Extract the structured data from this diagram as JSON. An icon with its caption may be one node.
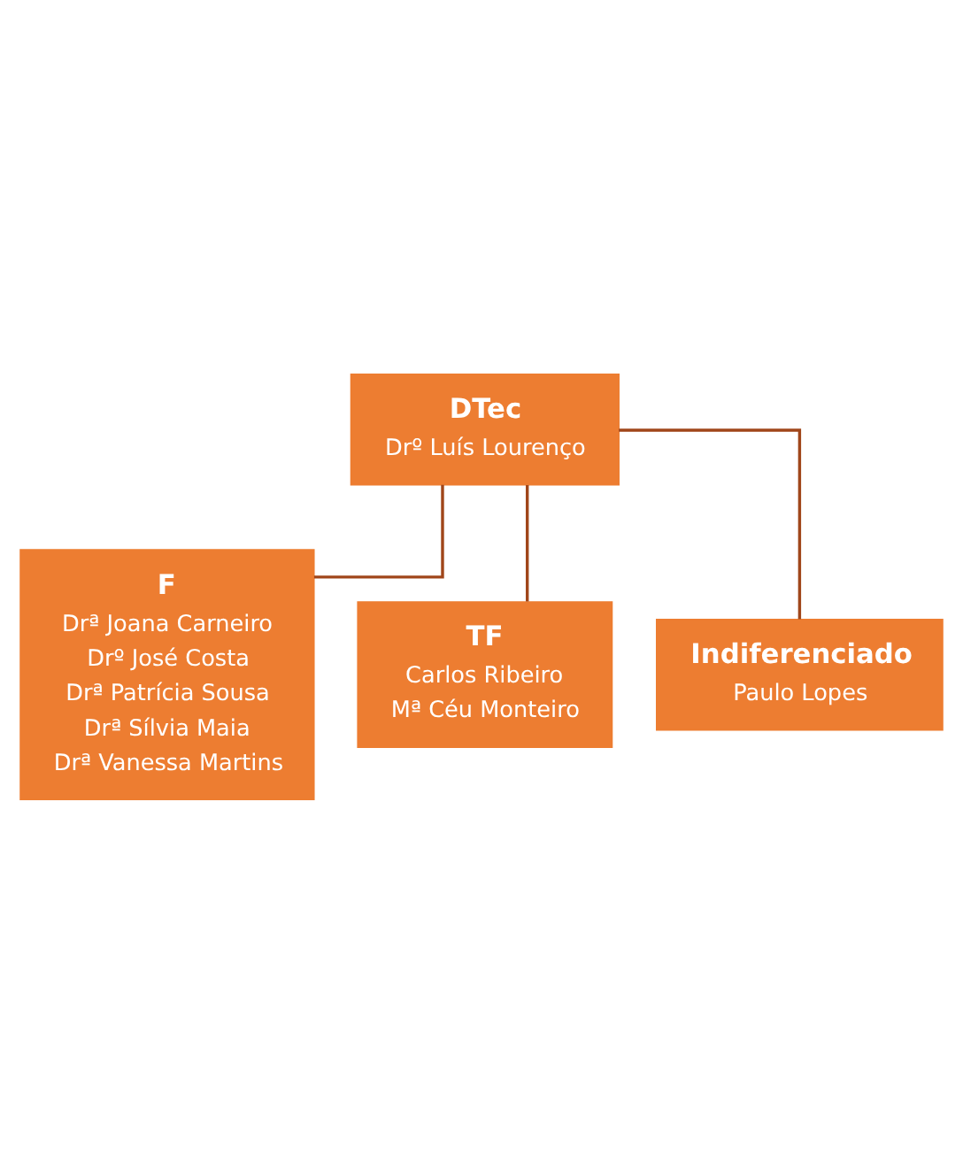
{
  "diagram": {
    "nodes": [
      {
        "text": [
          "DTec",
          "Drº Luís Lourenço"
        ]
      },
      {
        "text": [
          "F",
          "Drª Joana Carneiro",
          "Drº José Costa",
          "Drª Patrícia Sousa",
          "Drª Sílvia Maia",
          "Drª Vanessa Martins"
        ]
      },
      {
        "text": [
          "TF",
          "Carlos Ribeiro",
          "Mª Céu Monteiro"
        ]
      },
      {
        "text": [
          "Indiferenciado",
          "Paulo Lopes"
        ]
      }
    ],
    "edges": [
      {
        "from": 0,
        "to": 1,
        "arrow": "none"
      },
      {
        "from": 0,
        "to": 2,
        "arrow": "none"
      },
      {
        "from": 0,
        "to": 3,
        "arrow": "none"
      }
    ]
  }
}
